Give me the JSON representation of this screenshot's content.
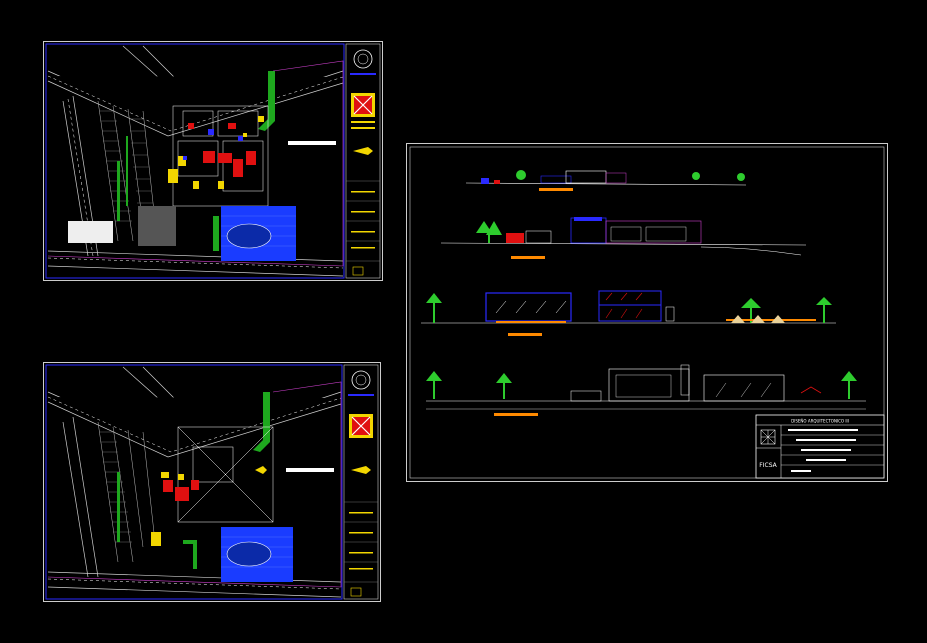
{
  "sheets": [
    {
      "id": "site-plan-1",
      "label": ""
    },
    {
      "id": "site-plan-2",
      "label": ""
    },
    {
      "id": "elevations",
      "label": ""
    }
  ],
  "title_block": {
    "header": "DISEÑO ARQUITECTONICO III",
    "school": "FICSA"
  },
  "colors": {
    "background": "#000000",
    "frame": "#ffffff",
    "border_blue": "#2a2aff",
    "road": "#cfcfcf",
    "red": "#e01010",
    "yellow": "#f2d600",
    "green": "#1ea81e",
    "orange": "#ff8a00",
    "water": "#1a3cff",
    "magenta": "#d040d0",
    "palm": "#2ecc2e"
  }
}
